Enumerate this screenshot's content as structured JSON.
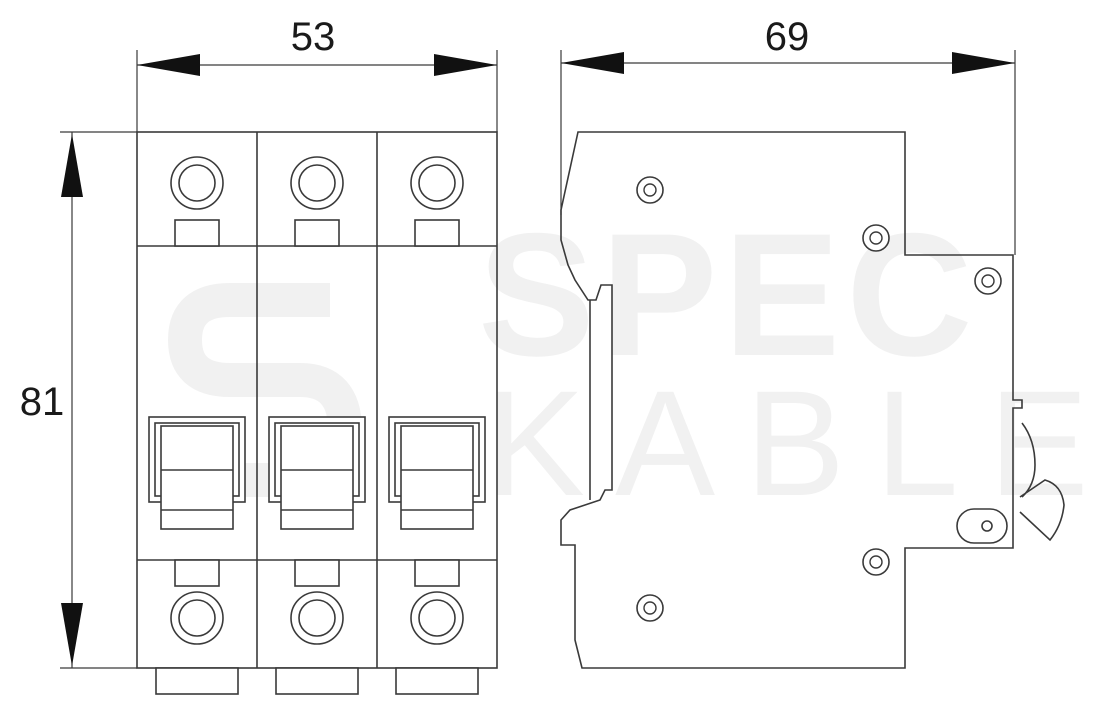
{
  "dimensions": {
    "width": "53",
    "depth": "69",
    "height": "81"
  },
  "watermark": {
    "line1": "SPEC",
    "line2": "KABLE"
  },
  "colors": {
    "line": "#3a3a3a",
    "watermark": "#f1f1f1",
    "background": "#ffffff"
  },
  "views": [
    {
      "name": "front-view",
      "poles": 3
    },
    {
      "name": "side-view"
    }
  ]
}
